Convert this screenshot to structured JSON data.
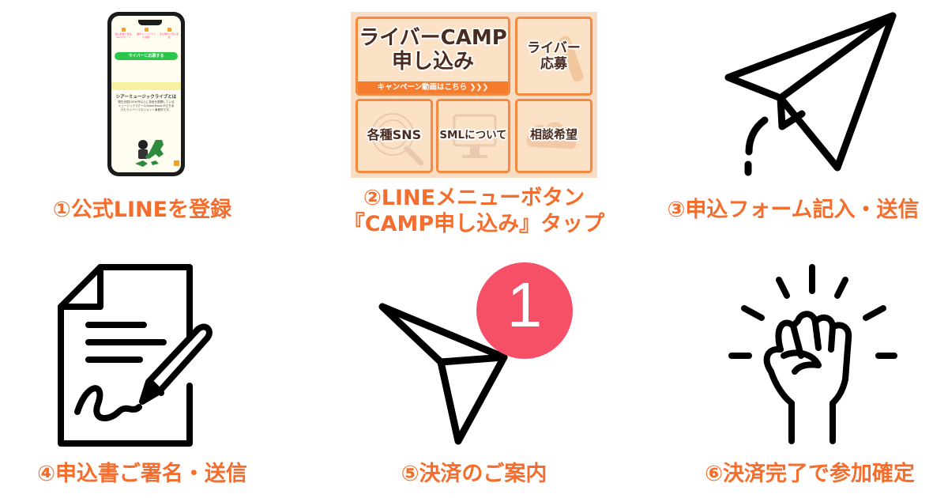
{
  "steps": [
    {
      "number": "①",
      "label": "公式LINEを登録"
    },
    {
      "number": "②",
      "label_line1": "LINEメニューボタン",
      "label_line2": "『CAMP申し込み』タップ"
    },
    {
      "number": "③",
      "label": "申込フォーム記入・送信"
    },
    {
      "number": "④",
      "label": "申込書ご署名・送信"
    },
    {
      "number": "⑤",
      "label": "決済のご案内",
      "badge": "1"
    },
    {
      "number": "⑥",
      "label": "決済完了で参加確定"
    }
  ],
  "phone": {
    "col1": "個人配信で自社Ubuサポート",
    "col2": "業界トップクラスの報酬",
    "col3": "完全無料で安心運営",
    "button": "ライバーに応募する",
    "title": "シアーミュージックライブとは",
    "body": "現在全国100か所以上に校舎を展開しているミュージックスクールSheerMusicが立ちあげたライバーマネジメント事務所です。"
  },
  "menu": {
    "camp_line1": "ライバーCAMP",
    "camp_line2": "申し込み",
    "campaign": "キャンペーン動画はこちら ❯❯❯",
    "liver_line1": "ライバー",
    "liver_line2": "応募",
    "sns": "各種SNS",
    "sml": "SMLについて",
    "consult": "相談希望"
  },
  "colors": {
    "accent": "#f46d2c",
    "badge": "#f64f68",
    "menu_border": "#f4893f"
  }
}
